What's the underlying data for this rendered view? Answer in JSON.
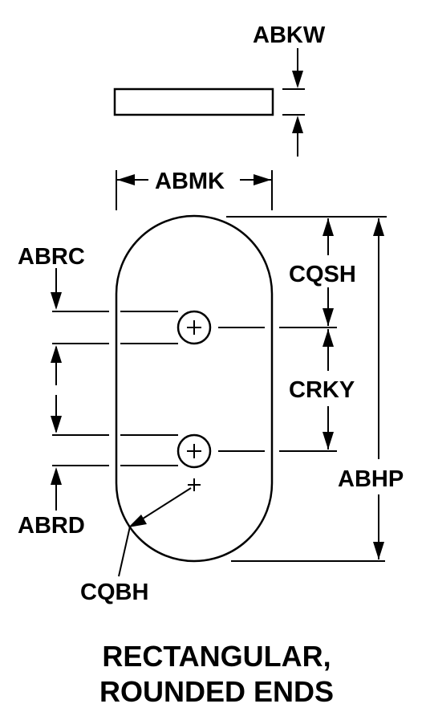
{
  "labels": {
    "abkw": "ABKW",
    "abmk": "ABMK",
    "abrc": "ABRC",
    "cqsh": "CQSH",
    "crky": "CRKY",
    "abhp": "ABHP",
    "abrd": "ABRD",
    "cqbh": "CQBH"
  },
  "title": {
    "line1": "RECTANGULAR,",
    "line2": "ROUNDED ENDS"
  }
}
